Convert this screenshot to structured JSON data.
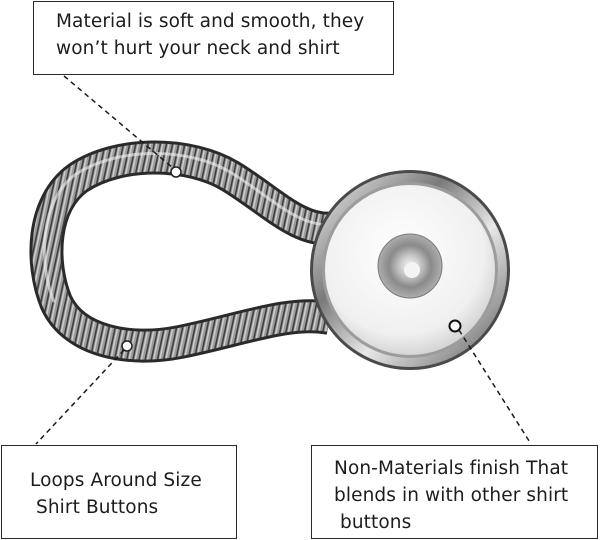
{
  "callouts": {
    "top": {
      "lines": [
        "Material is soft and smooth, they",
        "won’t hurt your neck and shirt"
      ]
    },
    "left": {
      "lines": [
        "Loops Around Size",
        "Shirt Buttons"
      ]
    },
    "right": {
      "lines": [
        "Non-Materials finish That",
        "blends in with other shirt",
        "buttons"
      ]
    }
  },
  "colors": {
    "text": "#1c1c1c",
    "border": "#2a2a2a",
    "spring_dark": "#3a3a3a",
    "spring_light": "#e0e0e0",
    "button_face": "#ececec",
    "button_rim": "#8a8a8a"
  },
  "icons": [
    "coil-spring-illustration",
    "button-head-illustration",
    "pointer-dot-icon"
  ]
}
